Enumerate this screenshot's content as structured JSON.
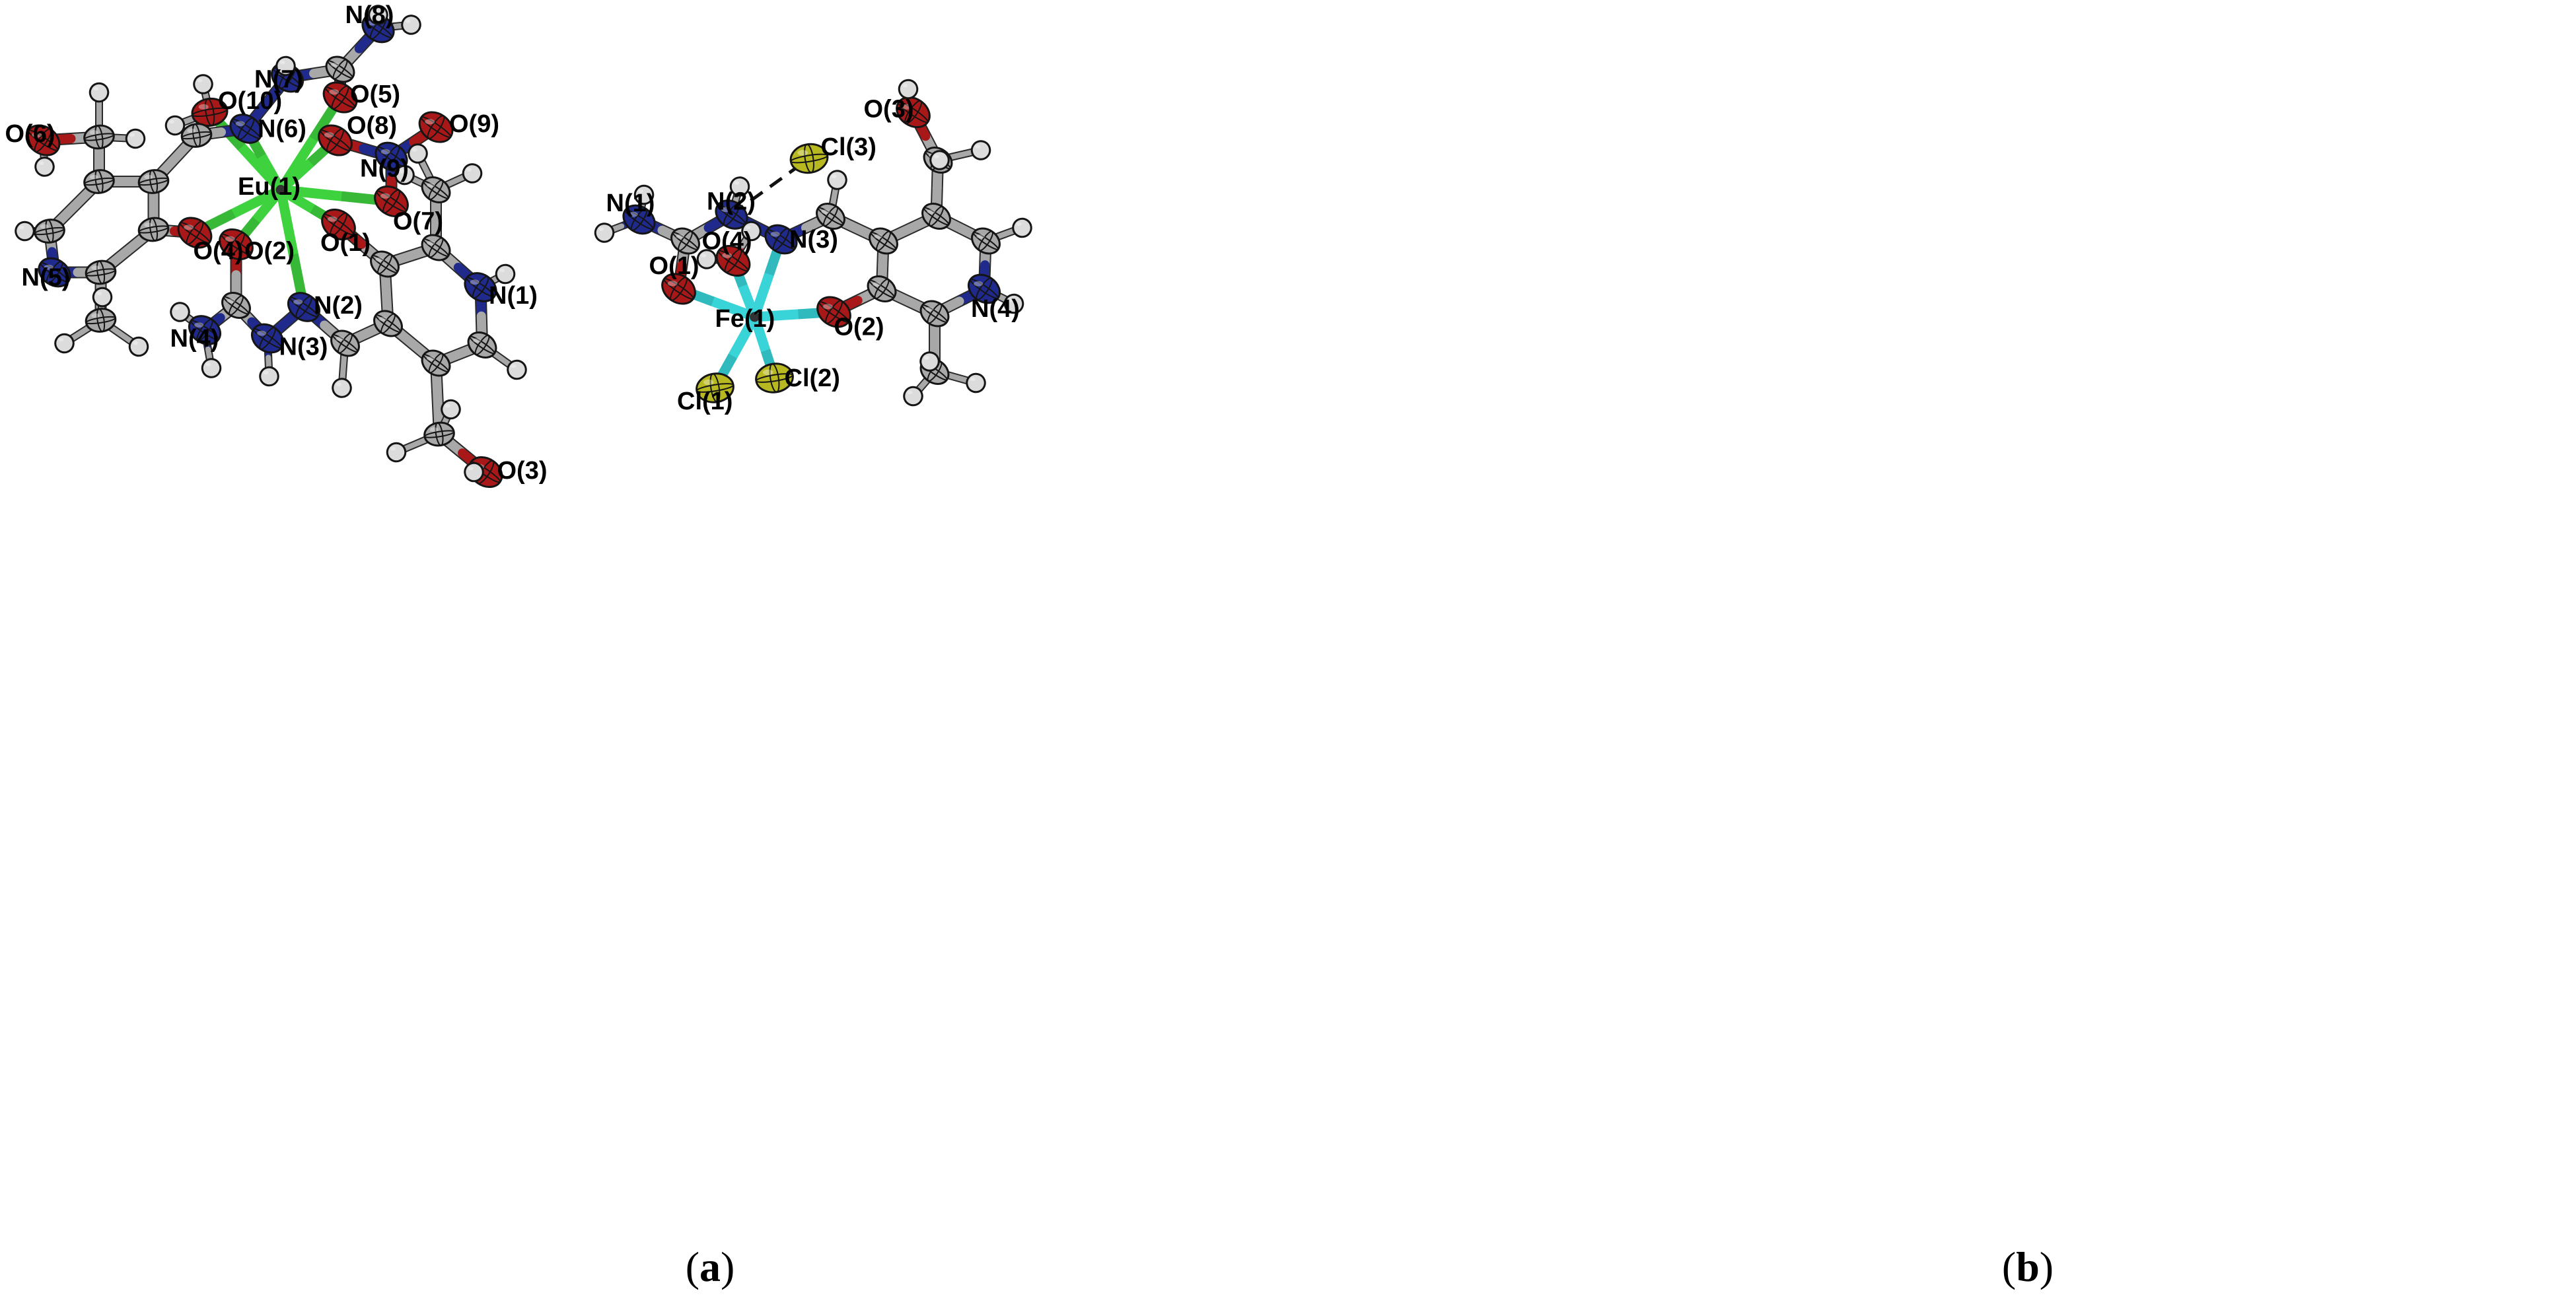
{
  "colors": {
    "carbon": "#a8a8a8",
    "nitrogen": "#1f2a8c",
    "oxygen": "#a81818",
    "hydrogen": "#dcdcdc",
    "chlorine": "#b8b820",
    "europium_bond": "#3fd23f",
    "iron_bond": "#38d4d8"
  },
  "panel_a": {
    "caption": {
      "open": "(",
      "letter": "a",
      "close": ")"
    },
    "labels": {
      "O6": "O(6)",
      "O10": "O(10)",
      "N7": "N(7)",
      "N8": "N(8)",
      "O5": "O(5)",
      "N6": "N(6)",
      "O8": "O(8)",
      "O9": "O(9)",
      "Eu1": "Eu(1)",
      "N9": "N(9)",
      "O7": "O(7)",
      "O1": "O(1)",
      "O4": "O(4)",
      "O2": "O(2)",
      "N5": "N(5)",
      "N2": "N(2)",
      "N1": "N(1)",
      "N4": "N(4)",
      "N3": "N(3)",
      "O3": "O(3)"
    }
  },
  "panel_b": {
    "caption": {
      "open": "(",
      "letter": "b",
      "close": ")"
    },
    "labels": {
      "O3": "O(3)",
      "Cl3": "Cl(3)",
      "N1": "N(1)",
      "N2": "N(2)",
      "O4": "O(4)",
      "N3": "N(3)",
      "O1": "O(1)",
      "Fe1": "Fe(1)",
      "O2": "O(2)",
      "N4": "N(4)",
      "Cl1": "Cl(1)",
      "Cl2": "Cl(2)"
    }
  }
}
